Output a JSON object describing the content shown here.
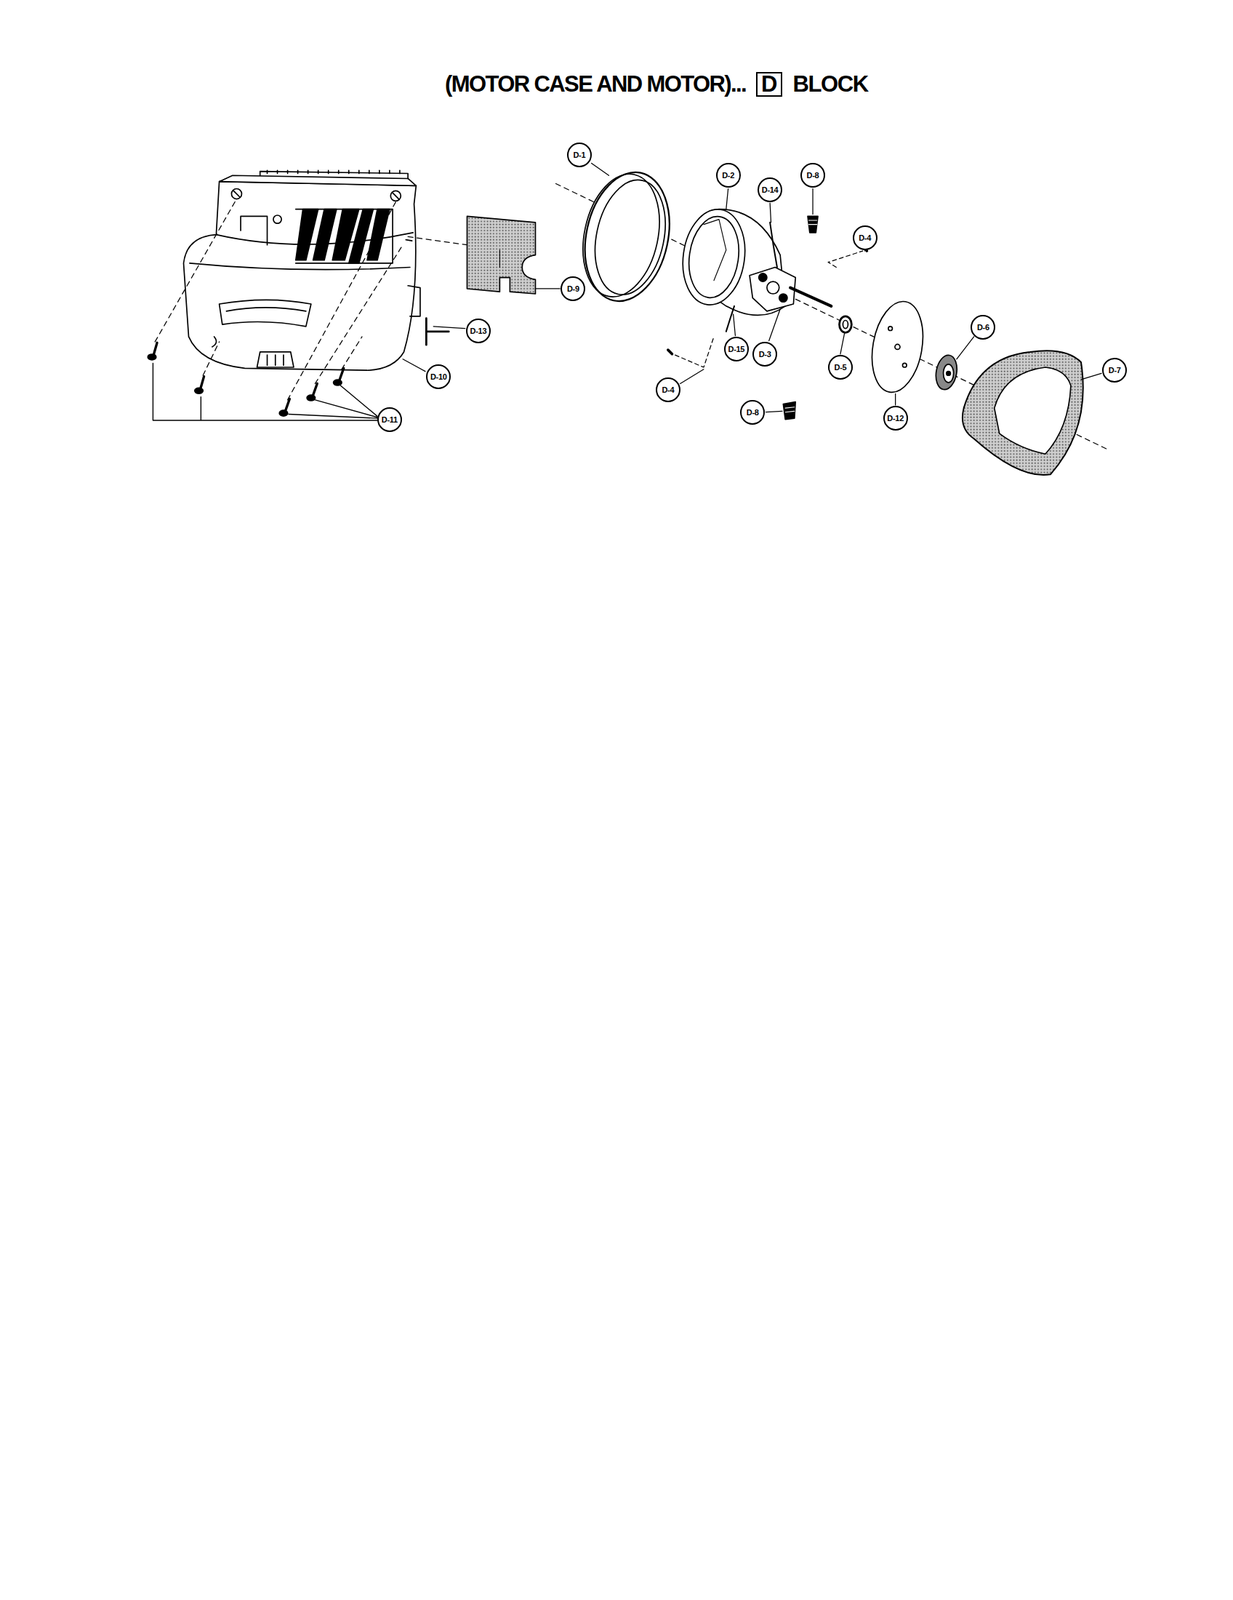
{
  "diagram": {
    "title": "(MOTOR CASE AND MOTOR)...",
    "nodes": [
      {
        "text": [
          "D"
        ]
      },
      {
        "text": [
          "D-1"
        ]
      },
      {
        "text": [
          "D-2"
        ]
      },
      {
        "text": [
          "D-8"
        ]
      },
      {
        "text": [
          "D-14"
        ]
      },
      {
        "text": [
          "D-4"
        ]
      },
      {
        "text": [
          "D-9"
        ]
      },
      {
        "text": [
          "D-6"
        ]
      },
      {
        "text": [
          "D-13"
        ]
      },
      {
        "text": [
          "D-15"
        ]
      },
      {
        "text": [
          "D-3"
        ]
      },
      {
        "text": [
          "D-5"
        ]
      },
      {
        "text": [
          "D-7"
        ]
      },
      {
        "text": [
          "D-10"
        ]
      },
      {
        "text": [
          "D-4"
        ]
      },
      {
        "text": [
          "D-8"
        ]
      },
      {
        "text": [
          "D-12"
        ]
      },
      {
        "text": [
          "D-11"
        ]
      }
    ],
    "labels": [
      "BLOCK"
    ]
  }
}
